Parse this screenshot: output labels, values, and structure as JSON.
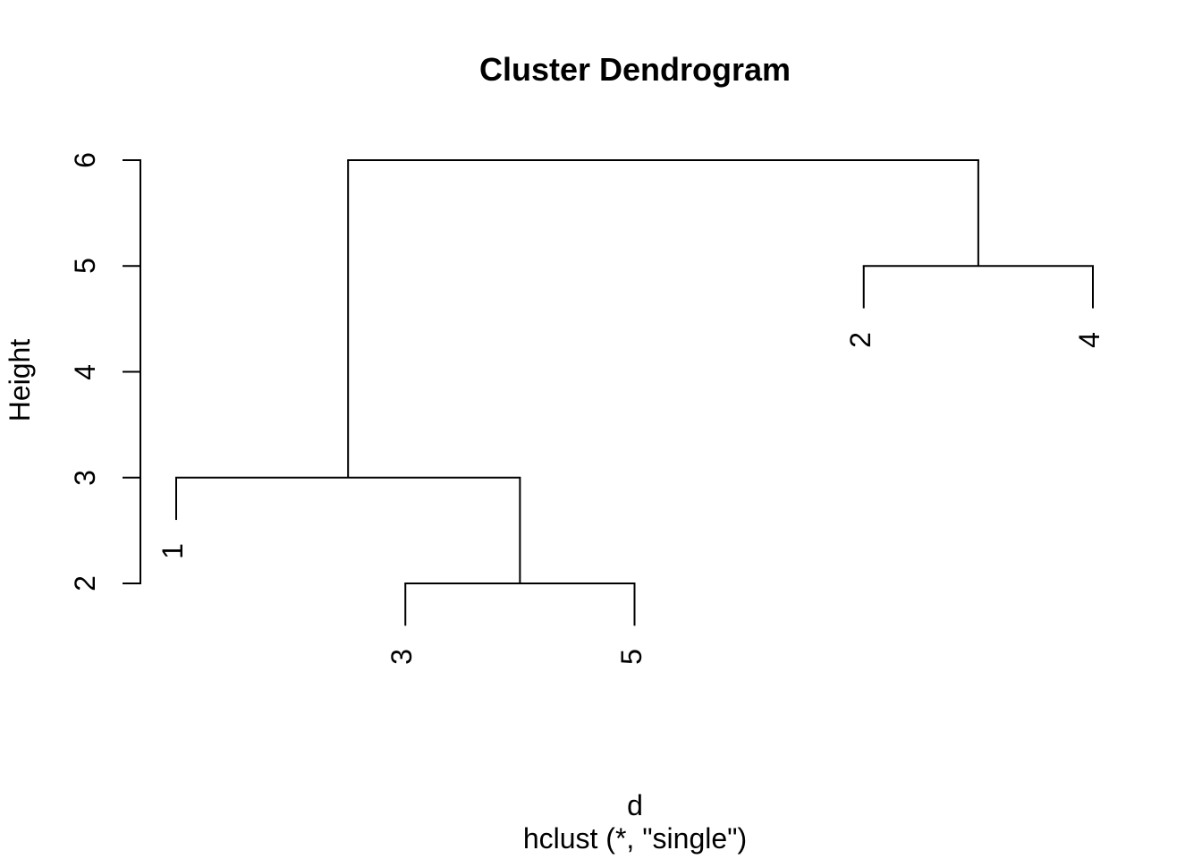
{
  "title": "Cluster Dendrogram",
  "axis": {
    "label": "Height",
    "ticks": [
      "2",
      "3",
      "4",
      "5",
      "6"
    ]
  },
  "caption": {
    "line1": "d",
    "line2": "hclust (*, \"single\")"
  },
  "chart_data": {
    "type": "dendrogram",
    "title": "Cluster Dendrogram",
    "ylabel": "Height",
    "xlabel": "d",
    "subtitle": "hclust (*, \"single\")",
    "clustering_method": "single",
    "leaf_order": [
      "1",
      "3",
      "5",
      "2",
      "4"
    ],
    "merges": [
      {
        "id": "n35",
        "left": "3",
        "right": "5",
        "height": 2
      },
      {
        "id": "n135",
        "left": "1",
        "right": "n35",
        "height": 3
      },
      {
        "id": "n24",
        "left": "2",
        "right": "4",
        "height": 5
      },
      {
        "id": "root",
        "left": "n135",
        "right": "n24",
        "height": 6
      }
    ],
    "hang_units": 0.4,
    "ylim": [
      2,
      6
    ],
    "yticks": [
      2,
      3,
      4,
      5,
      6
    ],
    "axis_side": "left",
    "grid": false,
    "line_color": "#000000",
    "background_color": "#ffffff"
  }
}
